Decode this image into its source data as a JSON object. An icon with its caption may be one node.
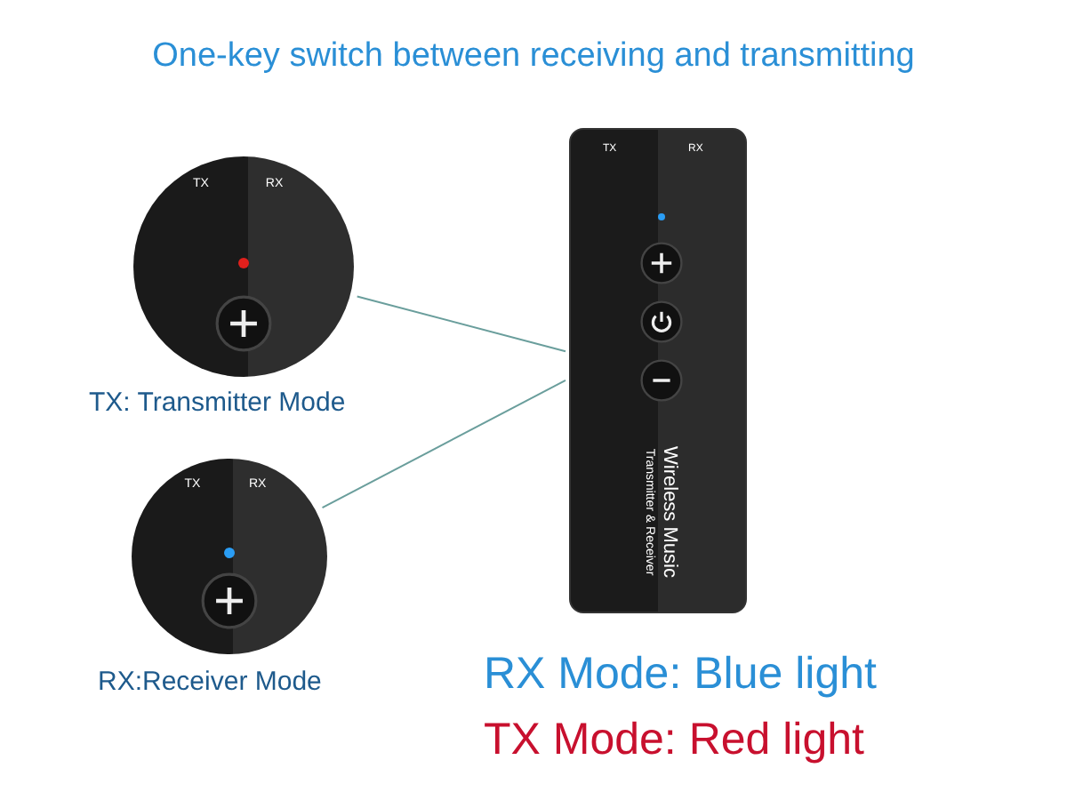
{
  "diagram": {
    "title": "One-key switch between receiving and transmitting",
    "nodes": [
      {
        "text": [
          "TX",
          "RX",
          "Wireless Music",
          "Transmitter & Receiver"
        ]
      },
      {
        "text": [
          "TX",
          "RX"
        ],
        "beside": [
          "TX: Transmitter Mode"
        ]
      },
      {
        "text": [
          "TX",
          "RX"
        ],
        "beside": [
          "RX:Receiver Mode"
        ]
      }
    ],
    "edges": [
      {
        "from": 1,
        "to": 0,
        "arrow": "none"
      },
      {
        "from": 2,
        "to": 0,
        "arrow": "none"
      }
    ],
    "labels": [
      "RX Mode: Blue light",
      "TX Mode: Red light"
    ]
  }
}
